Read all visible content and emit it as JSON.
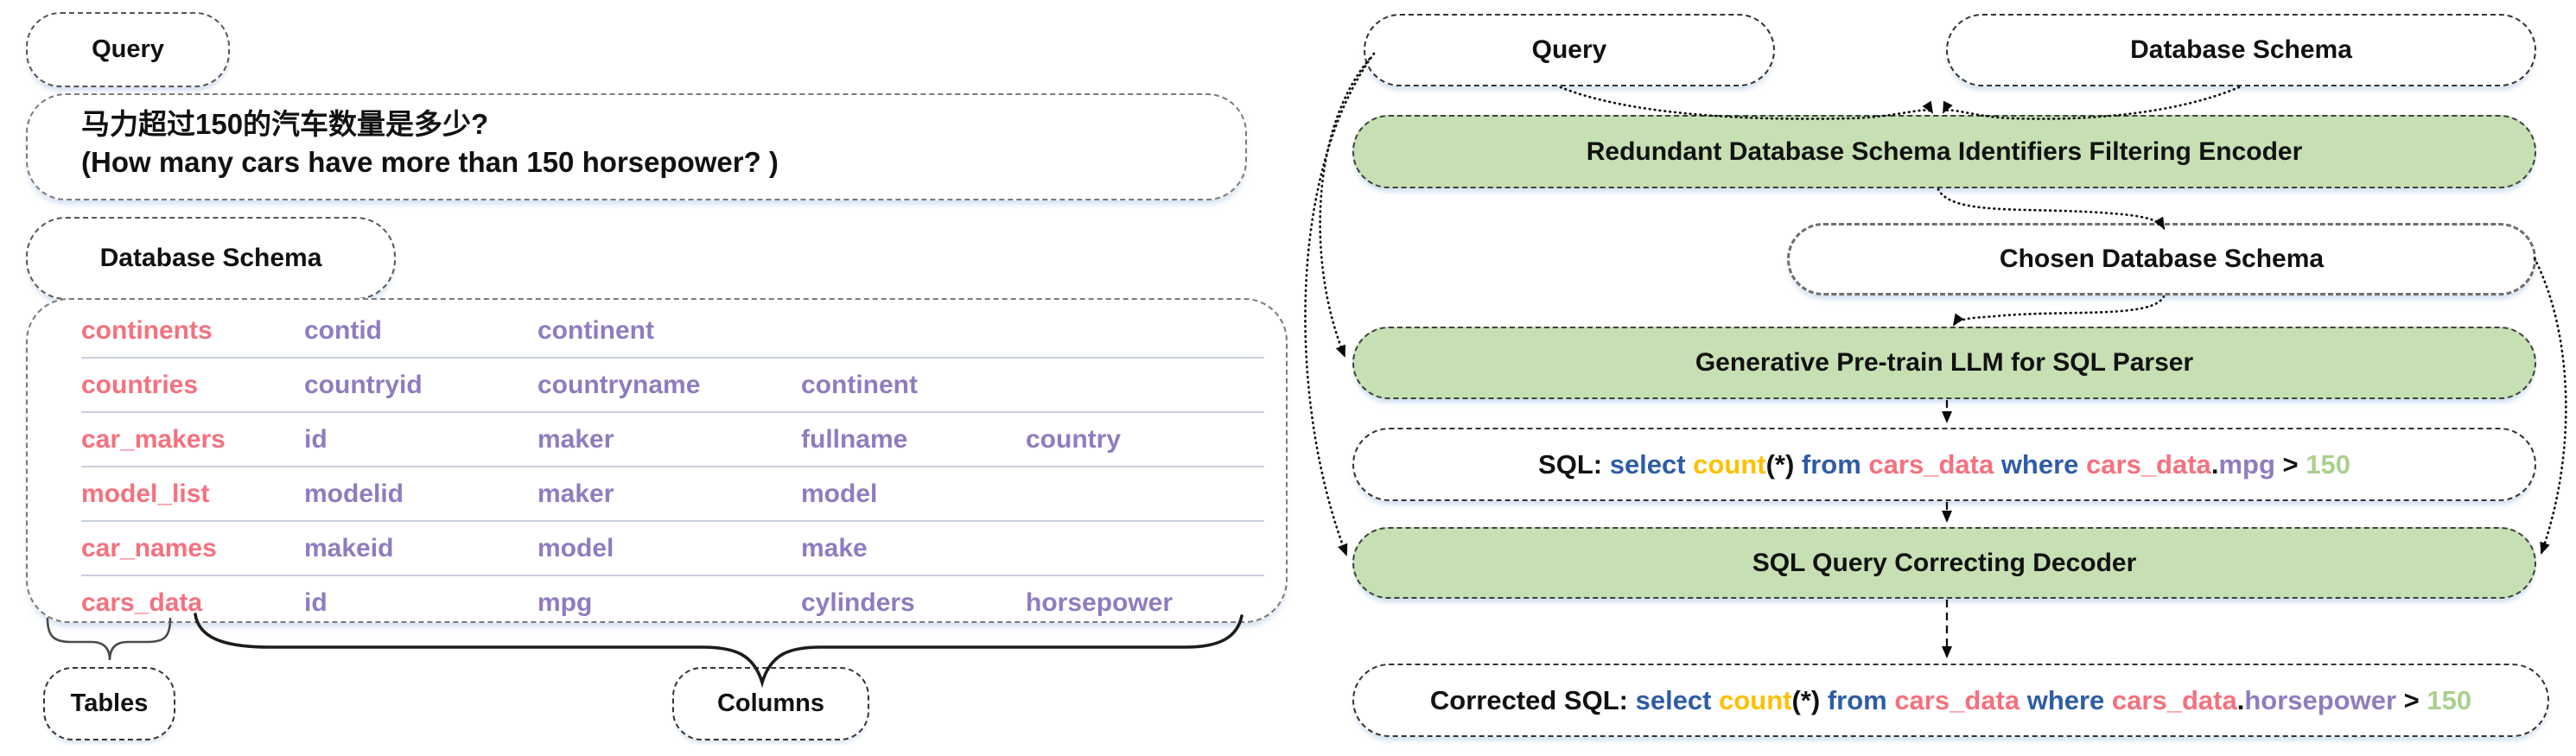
{
  "left_panel": {
    "query_label": "Query",
    "query_text_zh": "马力超过150的汽车数量是多少?",
    "query_text_en": "(How many cars have more than 150 horsepower? )",
    "schema_label": "Database Schema",
    "schema_rows": [
      {
        "table": "continents",
        "columns": [
          "contid",
          "continent"
        ]
      },
      {
        "table": "countries",
        "columns": [
          "countryid",
          "countryname",
          "continent"
        ]
      },
      {
        "table": "car_makers",
        "columns": [
          "id",
          "maker",
          "fullname",
          "country"
        ]
      },
      {
        "table": "model_list",
        "columns": [
          "modelid",
          "maker",
          "model"
        ]
      },
      {
        "table": "car_names",
        "columns": [
          "makeid",
          "model",
          "make"
        ]
      },
      {
        "table": "cars_data",
        "columns": [
          "id",
          "mpg",
          "cylinders",
          "horsepower"
        ]
      }
    ],
    "tables_label": "Tables",
    "columns_label": "Columns"
  },
  "right_panel": {
    "query_label": "Query",
    "db_schema_label": "Database Schema",
    "encoder_label": "Redundant Database Schema Identifiers Filtering Encoder",
    "chosen_schema_label": "Chosen Database Schema",
    "parser_label": "Generative Pre-train LLM for SQL Parser",
    "decoder_label": "SQL Query Correcting Decoder",
    "sql_line": {
      "tokens": [
        {
          "t": "SQL: ",
          "c": "black"
        },
        {
          "t": "select ",
          "c": "keyword_blue"
        },
        {
          "t": "count",
          "c": "function_orange"
        },
        {
          "t": "(*) ",
          "c": "black"
        },
        {
          "t": "from ",
          "c": "keyword_blue"
        },
        {
          "t": "cars_data ",
          "c": "table_pink"
        },
        {
          "t": "where ",
          "c": "keyword_blue"
        },
        {
          "t": "cars_data",
          "c": "table_pink"
        },
        {
          "t": ".",
          "c": "black"
        },
        {
          "t": "mpg ",
          "c": "column_purple"
        },
        {
          "t": "> ",
          "c": "black"
        },
        {
          "t": "150",
          "c": "value_green"
        }
      ]
    },
    "corrected_sql_line": {
      "tokens": [
        {
          "t": "Corrected SQL: ",
          "c": "black"
        },
        {
          "t": "select ",
          "c": "keyword_blue"
        },
        {
          "t": "count",
          "c": "function_orange"
        },
        {
          "t": "(*) ",
          "c": "black"
        },
        {
          "t": "from ",
          "c": "keyword_blue"
        },
        {
          "t": "cars_data ",
          "c": "table_pink"
        },
        {
          "t": "where ",
          "c": "keyword_blue"
        },
        {
          "t": "cars_data",
          "c": "table_pink"
        },
        {
          "t": ".",
          "c": "black"
        },
        {
          "t": "horsepower ",
          "c": "column_purple"
        },
        {
          "t": "> ",
          "c": "black"
        },
        {
          "t": "150",
          "c": "value_green"
        }
      ]
    }
  },
  "colors": {
    "black": "#111111",
    "keyword_blue": "#2E5CA6",
    "function_orange": "#FFC000",
    "table_pink": "#F4717E",
    "column_purple": "#8F7CBF",
    "value_green": "#A9D18E",
    "green_box_fill": "#C6E0B4"
  }
}
